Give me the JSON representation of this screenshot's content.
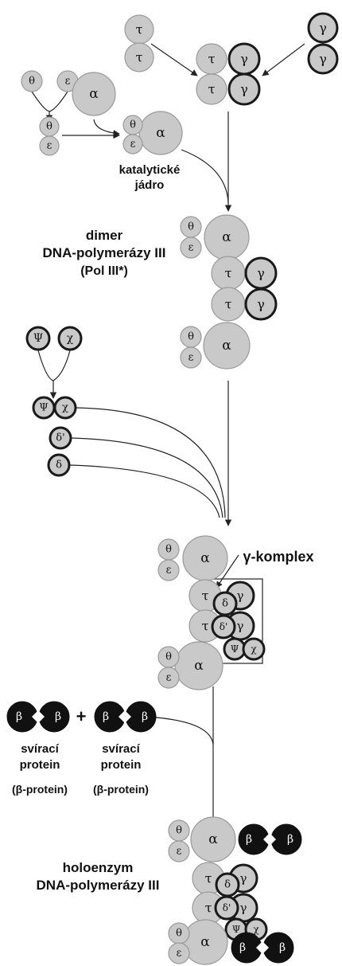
{
  "labels": {
    "catalytic_core": [
      "katalytické",
      "jádro"
    ],
    "pol3_dimer": [
      "dimer",
      "DNA-polymerázy III",
      "(Pol III*)"
    ],
    "gamma_complex": "γ-komplex",
    "clamp_left": [
      "svírací",
      "protein",
      "(β-protein)"
    ],
    "clamp_right": [
      "svírací",
      "protein",
      "(β-protein)"
    ],
    "plus": "+",
    "holoenzyme": [
      "holoenzym",
      "DNA-polymerázy III"
    ]
  },
  "glyphs": {
    "alpha": "α",
    "epsilon": "ε",
    "theta": "θ",
    "tau": "τ",
    "gamma": "γ",
    "delta": "δ",
    "delta_prime": "δ'",
    "psi": "Ψ",
    "chi": "χ",
    "beta": "β"
  },
  "colors": {
    "subunit_fill": "#c9c9c9",
    "subunit_outline": "#9a9a9a",
    "clamp_loader_outline": "#1a1a1a",
    "beta_fill": "#111111",
    "line": "#222222"
  }
}
